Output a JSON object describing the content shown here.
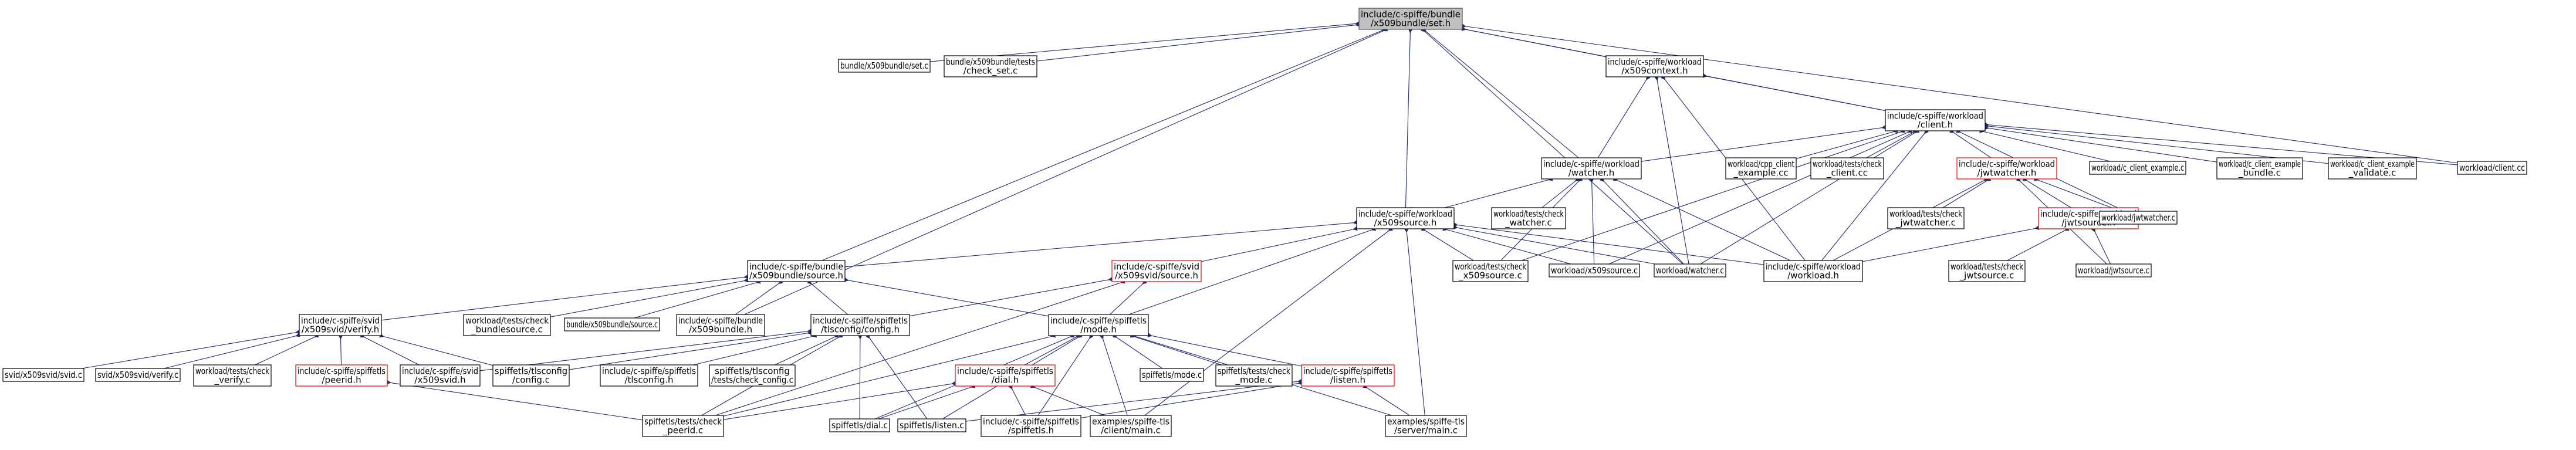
{
  "graph": {
    "root": "n0",
    "nodes": [
      {
        "id": "n0",
        "lines": [
          "include/c-spiffe/bundle",
          "/x509bundle/set.h"
        ],
        "style": "root"
      },
      {
        "id": "n1",
        "lines": [
          "bundle/x509bundle/set.c"
        ],
        "style": "normal"
      },
      {
        "id": "n2",
        "lines": [
          "bundle/x509bundle/tests",
          "/check_set.c"
        ],
        "style": "normal"
      },
      {
        "id": "n3",
        "lines": [
          "include/c-spiffe/workload",
          "/x509context.h"
        ],
        "style": "normal"
      },
      {
        "id": "n4",
        "lines": [
          "include/c-spiffe/workload",
          "/client.h"
        ],
        "style": "normal"
      },
      {
        "id": "n5",
        "lines": [
          "workload/client.cc"
        ],
        "style": "normal"
      },
      {
        "id": "n6",
        "lines": [
          "include/c-spiffe/workload",
          "/watcher.h"
        ],
        "style": "normal"
      },
      {
        "id": "n7",
        "lines": [
          "workload/cpp_client",
          "_example.cc"
        ],
        "style": "normal"
      },
      {
        "id": "n8",
        "lines": [
          "workload/tests/check",
          "_client.cc"
        ],
        "style": "normal"
      },
      {
        "id": "n9",
        "lines": [
          "include/c-spiffe/workload",
          "/jwtwatcher.h"
        ],
        "style": "red"
      },
      {
        "id": "n10",
        "lines": [
          "workload/c_client_example.c"
        ],
        "style": "normal"
      },
      {
        "id": "n11",
        "lines": [
          "workload/c_client_example",
          "_bundle.c"
        ],
        "style": "normal"
      },
      {
        "id": "n12",
        "lines": [
          "workload/c_client_example",
          "_validate.c"
        ],
        "style": "normal"
      },
      {
        "id": "n13",
        "lines": [
          "include/c-spiffe/workload",
          "/x509source.h"
        ],
        "style": "normal"
      },
      {
        "id": "n14",
        "lines": [
          "workload/tests/check",
          "_watcher.c"
        ],
        "style": "normal"
      },
      {
        "id": "n15",
        "lines": [
          "workload/tests/check",
          "_jwtwatcher.c"
        ],
        "style": "normal"
      },
      {
        "id": "n16",
        "lines": [
          "include/c-spiffe/workload",
          "/jwtsource.h"
        ],
        "style": "red"
      },
      {
        "id": "n17",
        "lines": [
          "workload/jwtwatcher.c"
        ],
        "style": "normal"
      },
      {
        "id": "n18",
        "lines": [
          "include/c-spiffe/bundle",
          "/x509bundle/source.h"
        ],
        "style": "normal"
      },
      {
        "id": "n19",
        "lines": [
          "include/c-spiffe/svid",
          "/x509svid/source.h"
        ],
        "style": "red"
      },
      {
        "id": "n20",
        "lines": [
          "workload/tests/check",
          "_x509source.c"
        ],
        "style": "normal"
      },
      {
        "id": "n21",
        "lines": [
          "workload/x509source.c"
        ],
        "style": "normal"
      },
      {
        "id": "n22",
        "lines": [
          "workload/watcher.c"
        ],
        "style": "normal"
      },
      {
        "id": "n23",
        "lines": [
          "include/c-spiffe/workload",
          "/workload.h"
        ],
        "style": "normal"
      },
      {
        "id": "n24",
        "lines": [
          "workload/tests/check",
          "_jwtsource.c"
        ],
        "style": "normal"
      },
      {
        "id": "n25",
        "lines": [
          "workload/jwtsource.c"
        ],
        "style": "normal"
      },
      {
        "id": "n26",
        "lines": [
          "include/c-spiffe/svid",
          "/x509svid/verify.h"
        ],
        "style": "normal"
      },
      {
        "id": "n27",
        "lines": [
          "workload/tests/check",
          "_bundlesource.c"
        ],
        "style": "normal"
      },
      {
        "id": "n28",
        "lines": [
          "bundle/x509bundle/source.c"
        ],
        "style": "normal"
      },
      {
        "id": "n29",
        "lines": [
          "include/c-spiffe/bundle",
          "/x509bundle.h"
        ],
        "style": "normal"
      },
      {
        "id": "n30",
        "lines": [
          "include/c-spiffe/spiffetls",
          "/tlsconfig/config.h"
        ],
        "style": "normal"
      },
      {
        "id": "n31",
        "lines": [
          "include/c-spiffe/spiffetls",
          "/mode.h"
        ],
        "style": "normal"
      },
      {
        "id": "n32",
        "lines": [
          "svid/x509svid/svid.c"
        ],
        "style": "normal"
      },
      {
        "id": "n33",
        "lines": [
          "svid/x509svid/verify.c"
        ],
        "style": "normal"
      },
      {
        "id": "n34",
        "lines": [
          "workload/tests/check",
          "_verify.c"
        ],
        "style": "normal"
      },
      {
        "id": "n35",
        "lines": [
          "include/c-spiffe/spiffetls",
          "/peerid.h"
        ],
        "style": "red"
      },
      {
        "id": "n36",
        "lines": [
          "include/c-spiffe/svid",
          "/x509svid.h"
        ],
        "style": "normal"
      },
      {
        "id": "n37",
        "lines": [
          "spiffetls/tlsconfig",
          "/config.c"
        ],
        "style": "normal"
      },
      {
        "id": "n38",
        "lines": [
          "include/c-spiffe/spiffetls",
          "/tlsconfig.h"
        ],
        "style": "normal"
      },
      {
        "id": "n39",
        "lines": [
          "spiffetls/tlsconfig",
          "/tests/check_config.c"
        ],
        "style": "normal"
      },
      {
        "id": "n40",
        "lines": [
          "include/c-spiffe/spiffetls",
          "/dial.h"
        ],
        "style": "red"
      },
      {
        "id": "n41",
        "lines": [
          "spiffetls/mode.c"
        ],
        "style": "normal"
      },
      {
        "id": "n42",
        "lines": [
          "spiffetls/tests/check",
          "_mode.c"
        ],
        "style": "normal"
      },
      {
        "id": "n43",
        "lines": [
          "include/c-spiffe/spiffetls",
          "/listen.h"
        ],
        "style": "red"
      },
      {
        "id": "n44",
        "lines": [
          "spiffetls/tests/check",
          "_peerid.c"
        ],
        "style": "normal"
      },
      {
        "id": "n45",
        "lines": [
          "spiffetls/dial.c"
        ],
        "style": "normal"
      },
      {
        "id": "n46",
        "lines": [
          "spiffetls/listen.c"
        ],
        "style": "normal"
      },
      {
        "id": "n47",
        "lines": [
          "include/c-spiffe/spiffetls",
          "/spiffetls.h"
        ],
        "style": "normal"
      },
      {
        "id": "n48",
        "lines": [
          "examples/spiffe-tls",
          "/client/main.c"
        ],
        "style": "normal"
      },
      {
        "id": "n49",
        "lines": [
          "examples/spiffe-tls",
          "/server/main.c"
        ],
        "style": "normal"
      }
    ],
    "edges": [
      [
        "n0",
        "n1"
      ],
      [
        "n0",
        "n2"
      ],
      [
        "n0",
        "n3"
      ],
      [
        "n0",
        "n4"
      ],
      [
        "n0",
        "n5"
      ],
      [
        "n0",
        "n6"
      ],
      [
        "n0",
        "n13"
      ],
      [
        "n0",
        "n18"
      ],
      [
        "n0",
        "n29"
      ],
      [
        "n0",
        "n22"
      ],
      [
        "n3",
        "n4"
      ],
      [
        "n3",
        "n6"
      ],
      [
        "n3",
        "n22"
      ],
      [
        "n3",
        "n23"
      ],
      [
        "n4",
        "n5"
      ],
      [
        "n4",
        "n6"
      ],
      [
        "n4",
        "n7"
      ],
      [
        "n4",
        "n8"
      ],
      [
        "n4",
        "n9"
      ],
      [
        "n4",
        "n10"
      ],
      [
        "n4",
        "n11"
      ],
      [
        "n4",
        "n12"
      ],
      [
        "n4",
        "n17"
      ],
      [
        "n4",
        "n22"
      ],
      [
        "n4",
        "n23"
      ],
      [
        "n4",
        "n20"
      ],
      [
        "n4",
        "n21"
      ],
      [
        "n6",
        "n13"
      ],
      [
        "n6",
        "n14"
      ],
      [
        "n6",
        "n21"
      ],
      [
        "n6",
        "n22"
      ],
      [
        "n6",
        "n23"
      ],
      [
        "n6",
        "n20"
      ],
      [
        "n9",
        "n15"
      ],
      [
        "n9",
        "n16"
      ],
      [
        "n9",
        "n17"
      ],
      [
        "n9",
        "n23"
      ],
      [
        "n9",
        "n25"
      ],
      [
        "n13",
        "n18"
      ],
      [
        "n13",
        "n19"
      ],
      [
        "n13",
        "n20"
      ],
      [
        "n13",
        "n21"
      ],
      [
        "n13",
        "n22"
      ],
      [
        "n13",
        "n23"
      ],
      [
        "n13",
        "n31"
      ],
      [
        "n13",
        "n48"
      ],
      [
        "n13",
        "n49"
      ],
      [
        "n16",
        "n23"
      ],
      [
        "n16",
        "n24"
      ],
      [
        "n16",
        "n25"
      ],
      [
        "n18",
        "n26"
      ],
      [
        "n18",
        "n27"
      ],
      [
        "n18",
        "n28"
      ],
      [
        "n18",
        "n29"
      ],
      [
        "n18",
        "n30"
      ],
      [
        "n18",
        "n31"
      ],
      [
        "n19",
        "n30"
      ],
      [
        "n19",
        "n31"
      ],
      [
        "n19",
        "n44"
      ],
      [
        "n26",
        "n32"
      ],
      [
        "n26",
        "n33"
      ],
      [
        "n26",
        "n34"
      ],
      [
        "n26",
        "n35"
      ],
      [
        "n26",
        "n36"
      ],
      [
        "n26",
        "n37"
      ],
      [
        "n30",
        "n37"
      ],
      [
        "n30",
        "n38"
      ],
      [
        "n30",
        "n39"
      ],
      [
        "n30",
        "n44"
      ],
      [
        "n30",
        "n45"
      ],
      [
        "n30",
        "n46"
      ],
      [
        "n30",
        "n36"
      ],
      [
        "n31",
        "n40"
      ],
      [
        "n31",
        "n41"
      ],
      [
        "n31",
        "n42"
      ],
      [
        "n31",
        "n43"
      ],
      [
        "n31",
        "n44"
      ],
      [
        "n31",
        "n45"
      ],
      [
        "n31",
        "n46"
      ],
      [
        "n31",
        "n47"
      ],
      [
        "n31",
        "n48"
      ],
      [
        "n31",
        "n49"
      ],
      [
        "n35",
        "n44"
      ],
      [
        "n40",
        "n44"
      ],
      [
        "n40",
        "n45"
      ],
      [
        "n40",
        "n47"
      ],
      [
        "n40",
        "n48"
      ],
      [
        "n43",
        "n46"
      ],
      [
        "n43",
        "n47"
      ],
      [
        "n43",
        "n49"
      ]
    ]
  }
}
